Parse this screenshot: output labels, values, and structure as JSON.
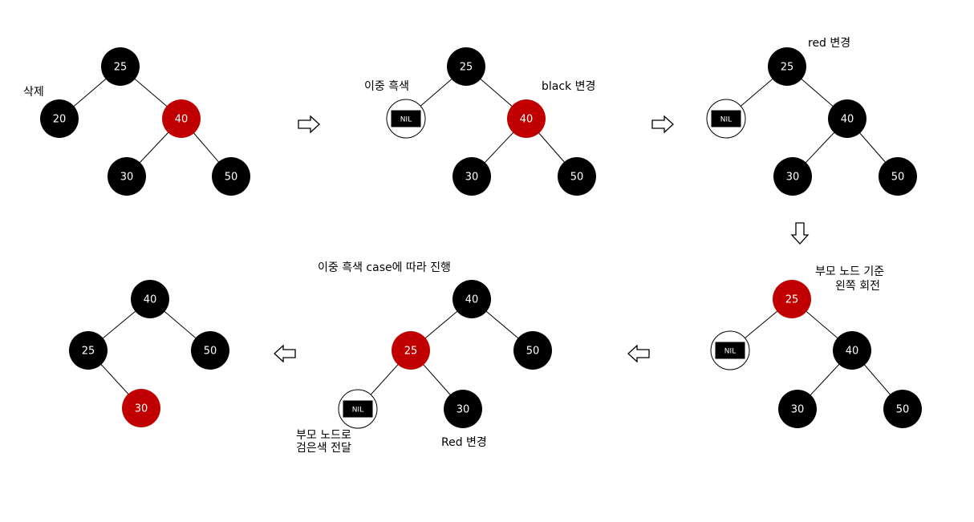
{
  "colors": {
    "black": "#000000",
    "red": "#c00000",
    "white": "#ffffff"
  },
  "nil_label": "NIL",
  "steps": [
    {
      "id": "step1",
      "nodes": [
        {
          "key": "n25",
          "label": "25",
          "color": "black"
        },
        {
          "key": "n20",
          "label": "20",
          "color": "black"
        },
        {
          "key": "n40",
          "label": "40",
          "color": "red"
        },
        {
          "key": "n30",
          "label": "30",
          "color": "black"
        },
        {
          "key": "n50",
          "label": "50",
          "color": "black"
        }
      ],
      "notes": [
        {
          "key": "delete",
          "text": "삭제"
        }
      ]
    },
    {
      "id": "step2",
      "nodes": [
        {
          "key": "n25",
          "label": "25",
          "color": "black"
        },
        {
          "key": "nil",
          "label": "NIL",
          "color": "nil"
        },
        {
          "key": "n40",
          "label": "40",
          "color": "red"
        },
        {
          "key": "n30",
          "label": "30",
          "color": "black"
        },
        {
          "key": "n50",
          "label": "50",
          "color": "black"
        }
      ],
      "notes": [
        {
          "key": "double-black",
          "text": "이중 흑색"
        },
        {
          "key": "black-change",
          "text": "black 변경"
        }
      ]
    },
    {
      "id": "step3",
      "nodes": [
        {
          "key": "n25",
          "label": "25",
          "color": "black"
        },
        {
          "key": "nil",
          "label": "NIL",
          "color": "nil"
        },
        {
          "key": "n40",
          "label": "40",
          "color": "black"
        },
        {
          "key": "n30",
          "label": "30",
          "color": "black"
        },
        {
          "key": "n50",
          "label": "50",
          "color": "black"
        }
      ],
      "notes": [
        {
          "key": "red-change",
          "text": "red 변경"
        }
      ]
    },
    {
      "id": "step4",
      "nodes": [
        {
          "key": "n25",
          "label": "25",
          "color": "red"
        },
        {
          "key": "nil",
          "label": "NIL",
          "color": "nil"
        },
        {
          "key": "n40",
          "label": "40",
          "color": "black"
        },
        {
          "key": "n30",
          "label": "30",
          "color": "black"
        },
        {
          "key": "n50",
          "label": "50",
          "color": "black"
        }
      ],
      "notes": [
        {
          "key": "rotate-1",
          "text": "부모 노드 기준"
        },
        {
          "key": "rotate-2",
          "text": "왼쪽 회전"
        }
      ]
    },
    {
      "id": "step5",
      "nodes": [
        {
          "key": "n40",
          "label": "40",
          "color": "black"
        },
        {
          "key": "n25",
          "label": "25",
          "color": "red"
        },
        {
          "key": "n50",
          "label": "50",
          "color": "black"
        },
        {
          "key": "nil",
          "label": "NIL",
          "color": "nil"
        },
        {
          "key": "n30",
          "label": "30",
          "color": "black"
        }
      ],
      "notes": [
        {
          "key": "case-proceed",
          "text": "이중 흑색 case에 따라 진행"
        },
        {
          "key": "parent-pass-1",
          "text": "부모 노드로"
        },
        {
          "key": "parent-pass-2",
          "text": "검은색 전달"
        },
        {
          "key": "red-change",
          "text": "Red 변경"
        }
      ]
    },
    {
      "id": "step6",
      "nodes": [
        {
          "key": "n40",
          "label": "40",
          "color": "black"
        },
        {
          "key": "n25",
          "label": "25",
          "color": "black"
        },
        {
          "key": "n50",
          "label": "50",
          "color": "black"
        },
        {
          "key": "n30",
          "label": "30",
          "color": "red"
        }
      ],
      "notes": []
    }
  ],
  "arrows": [
    {
      "key": "a1",
      "direction": "right"
    },
    {
      "key": "a2",
      "direction": "right"
    },
    {
      "key": "a3",
      "direction": "down"
    },
    {
      "key": "a4",
      "direction": "left"
    },
    {
      "key": "a5",
      "direction": "left"
    }
  ]
}
